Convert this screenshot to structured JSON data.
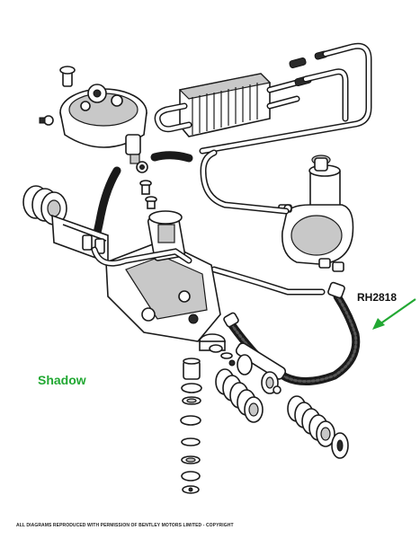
{
  "diagram": {
    "part_label": "RH2818",
    "model_label": "Shadow",
    "footer": "ALL DIAGRAMS REPRODUCED WITH PERMISSION OF BENTLEY MOTORS LIMITED - COPYRIGHT",
    "colors": {
      "accent_green": "#22a833",
      "line": "#1a1a1a"
    }
  }
}
